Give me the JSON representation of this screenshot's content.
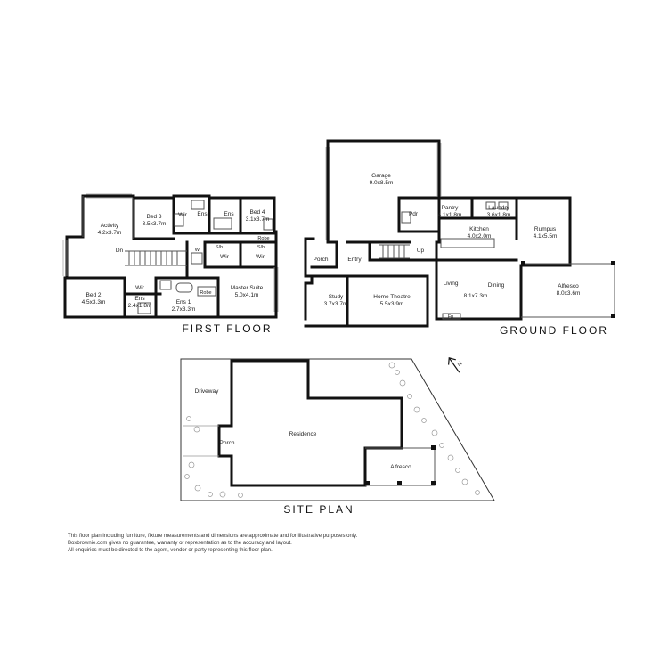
{
  "plans": {
    "first_floor": {
      "title": "FIRST FLOOR",
      "rooms": {
        "activity": {
          "name": "Activity",
          "size": "4.2x3.7m"
        },
        "bed3": {
          "name": "Bed 3",
          "size": "3.5x3.7m"
        },
        "wir_top": {
          "name": "Wir"
        },
        "ens_top_a": {
          "name": "Ens"
        },
        "ens_top_b": {
          "name": "Ens"
        },
        "bed4": {
          "name": "Bed 4",
          "size": "3.1x3.7m"
        },
        "robe": {
          "name": "Robe"
        },
        "dn": {
          "name": "Dn"
        },
        "wir_mid_a": {
          "name": "Wir"
        },
        "wir_mid_b": {
          "name": "Wir"
        },
        "sh_a": {
          "name": "S/h"
        },
        "sh_b": {
          "name": "S/h"
        },
        "wi": {
          "name": "Wi"
        },
        "bed2": {
          "name": "Bed 2",
          "size": "4.5x3.3m"
        },
        "wir_low": {
          "name": "Wir"
        },
        "ens2": {
          "name": "Ens",
          "size": "2.4x1.8m"
        },
        "robe2": {
          "name": "Robe"
        },
        "ens1": {
          "name": "Ens 1",
          "size": "2.7x3.3m"
        },
        "master": {
          "name": "Master Suite",
          "size": "5.0x4.1m"
        }
      }
    },
    "ground_floor": {
      "title": "GROUND FLOOR",
      "rooms": {
        "garage": {
          "name": "Garage",
          "size": "9.0x8.5m"
        },
        "pdr": {
          "name": "Pdr"
        },
        "pantry": {
          "name": "Pantry",
          "size": "4.1x1.8m"
        },
        "laundry": {
          "name": "Laundry",
          "size": "3.6x1.8m"
        },
        "kitchen": {
          "name": "Kitchen",
          "size": "4.0x2.0m"
        },
        "rumpus": {
          "name": "Rumpus",
          "size": "4.1x5.5m"
        },
        "porch": {
          "name": "Porch"
        },
        "entry": {
          "name": "Entry"
        },
        "up": {
          "name": "Up"
        },
        "living": {
          "name": "Living"
        },
        "dining": {
          "name": "Dining"
        },
        "living_size": {
          "name": "8.1x7.3m"
        },
        "alfresco": {
          "name": "Alfresco",
          "size": "8.0x3.6m"
        },
        "study": {
          "name": "Study",
          "size": "3.7x3.7m"
        },
        "theatre": {
          "name": "Home Theatre",
          "size": "5.5x3.9m"
        },
        "fp": {
          "name": "Fp"
        }
      }
    },
    "site_plan": {
      "title": "SITE PLAN",
      "labels": {
        "driveway": "Driveway",
        "residence": "Residence",
        "porch": "Porch",
        "alfresco": "Alfresco"
      }
    }
  },
  "disclaimer": [
    "This floor plan including furniture, fixture measurements and dimensions are approximate and for illustrative purposes only.",
    "Boxbrownie.com gives no guarantee, warranty or representation as to the accuracy and layout.",
    "All enquiries must be directed to the agent, vendor or party representing this floor plan."
  ],
  "compass": {
    "label": "N",
    "icon": "north-arrow-icon"
  }
}
